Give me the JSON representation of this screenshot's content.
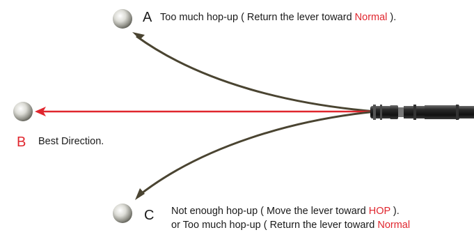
{
  "outcomes": {
    "a": {
      "letter": "A",
      "text_prefix": "Too much hop-up ( Return the lever toward ",
      "text_highlight": "Normal",
      "text_suffix": " )."
    },
    "b": {
      "letter": "B",
      "text": "Best Direction."
    },
    "c": {
      "letter": "C",
      "line1_prefix": "Not enough hop-up ( Move the lever toward ",
      "line1_highlight": "HOP",
      "line1_suffix": " ).",
      "line2_prefix": "or Too much hop-up ( Return the lever toward ",
      "line2_highlight": "Normal"
    }
  },
  "colors": {
    "best_arrow": "#e0262e",
    "curve_arrow": "#4a4431",
    "highlight": "#e0262e",
    "text": "#1a1a1a",
    "bb": "#d8d8d0"
  }
}
